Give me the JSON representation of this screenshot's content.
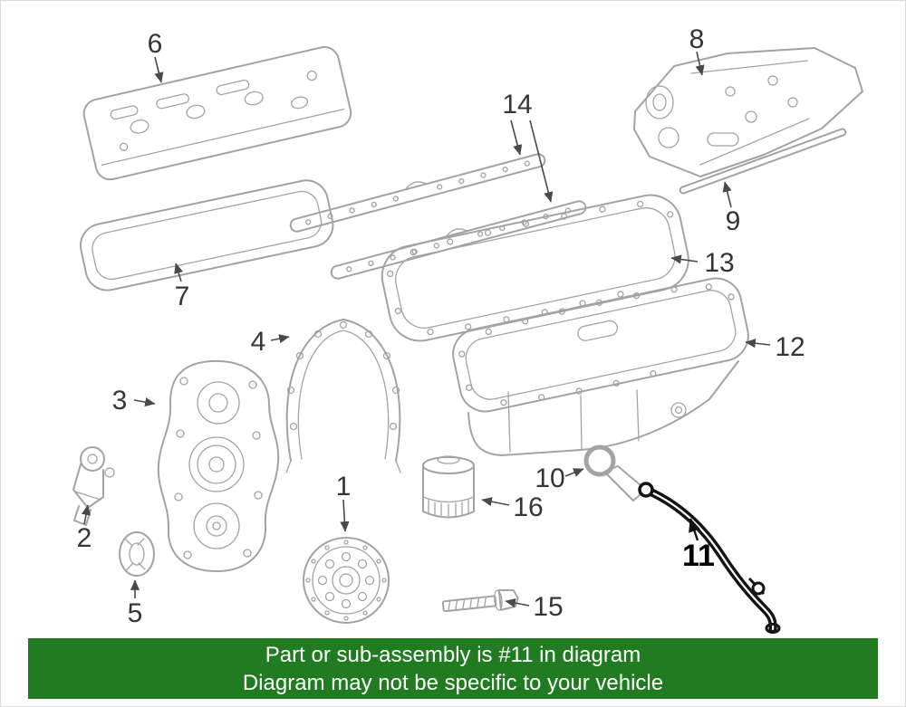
{
  "banner": {
    "line1": "Part or sub-assembly is #11 in diagram",
    "line2": "Diagram may not be specific to your vehicle"
  },
  "highlighted_part": "11",
  "labels": {
    "p1": "1",
    "p2": "2",
    "p3": "3",
    "p4": "4",
    "p5": "5",
    "p6": "6",
    "p7": "7",
    "p8": "8",
    "p9": "9",
    "p10": "10",
    "p11": "11",
    "p12": "12",
    "p13": "13",
    "p14": "14",
    "p15": "15",
    "p16": "16"
  },
  "colors": {
    "banner_bg": "#217c21",
    "banner_text": "#ffffff",
    "part_stroke": "#a3a3a3",
    "label_color": "#353535",
    "leader_color": "#4a4a4a",
    "highlight": "#141414"
  }
}
